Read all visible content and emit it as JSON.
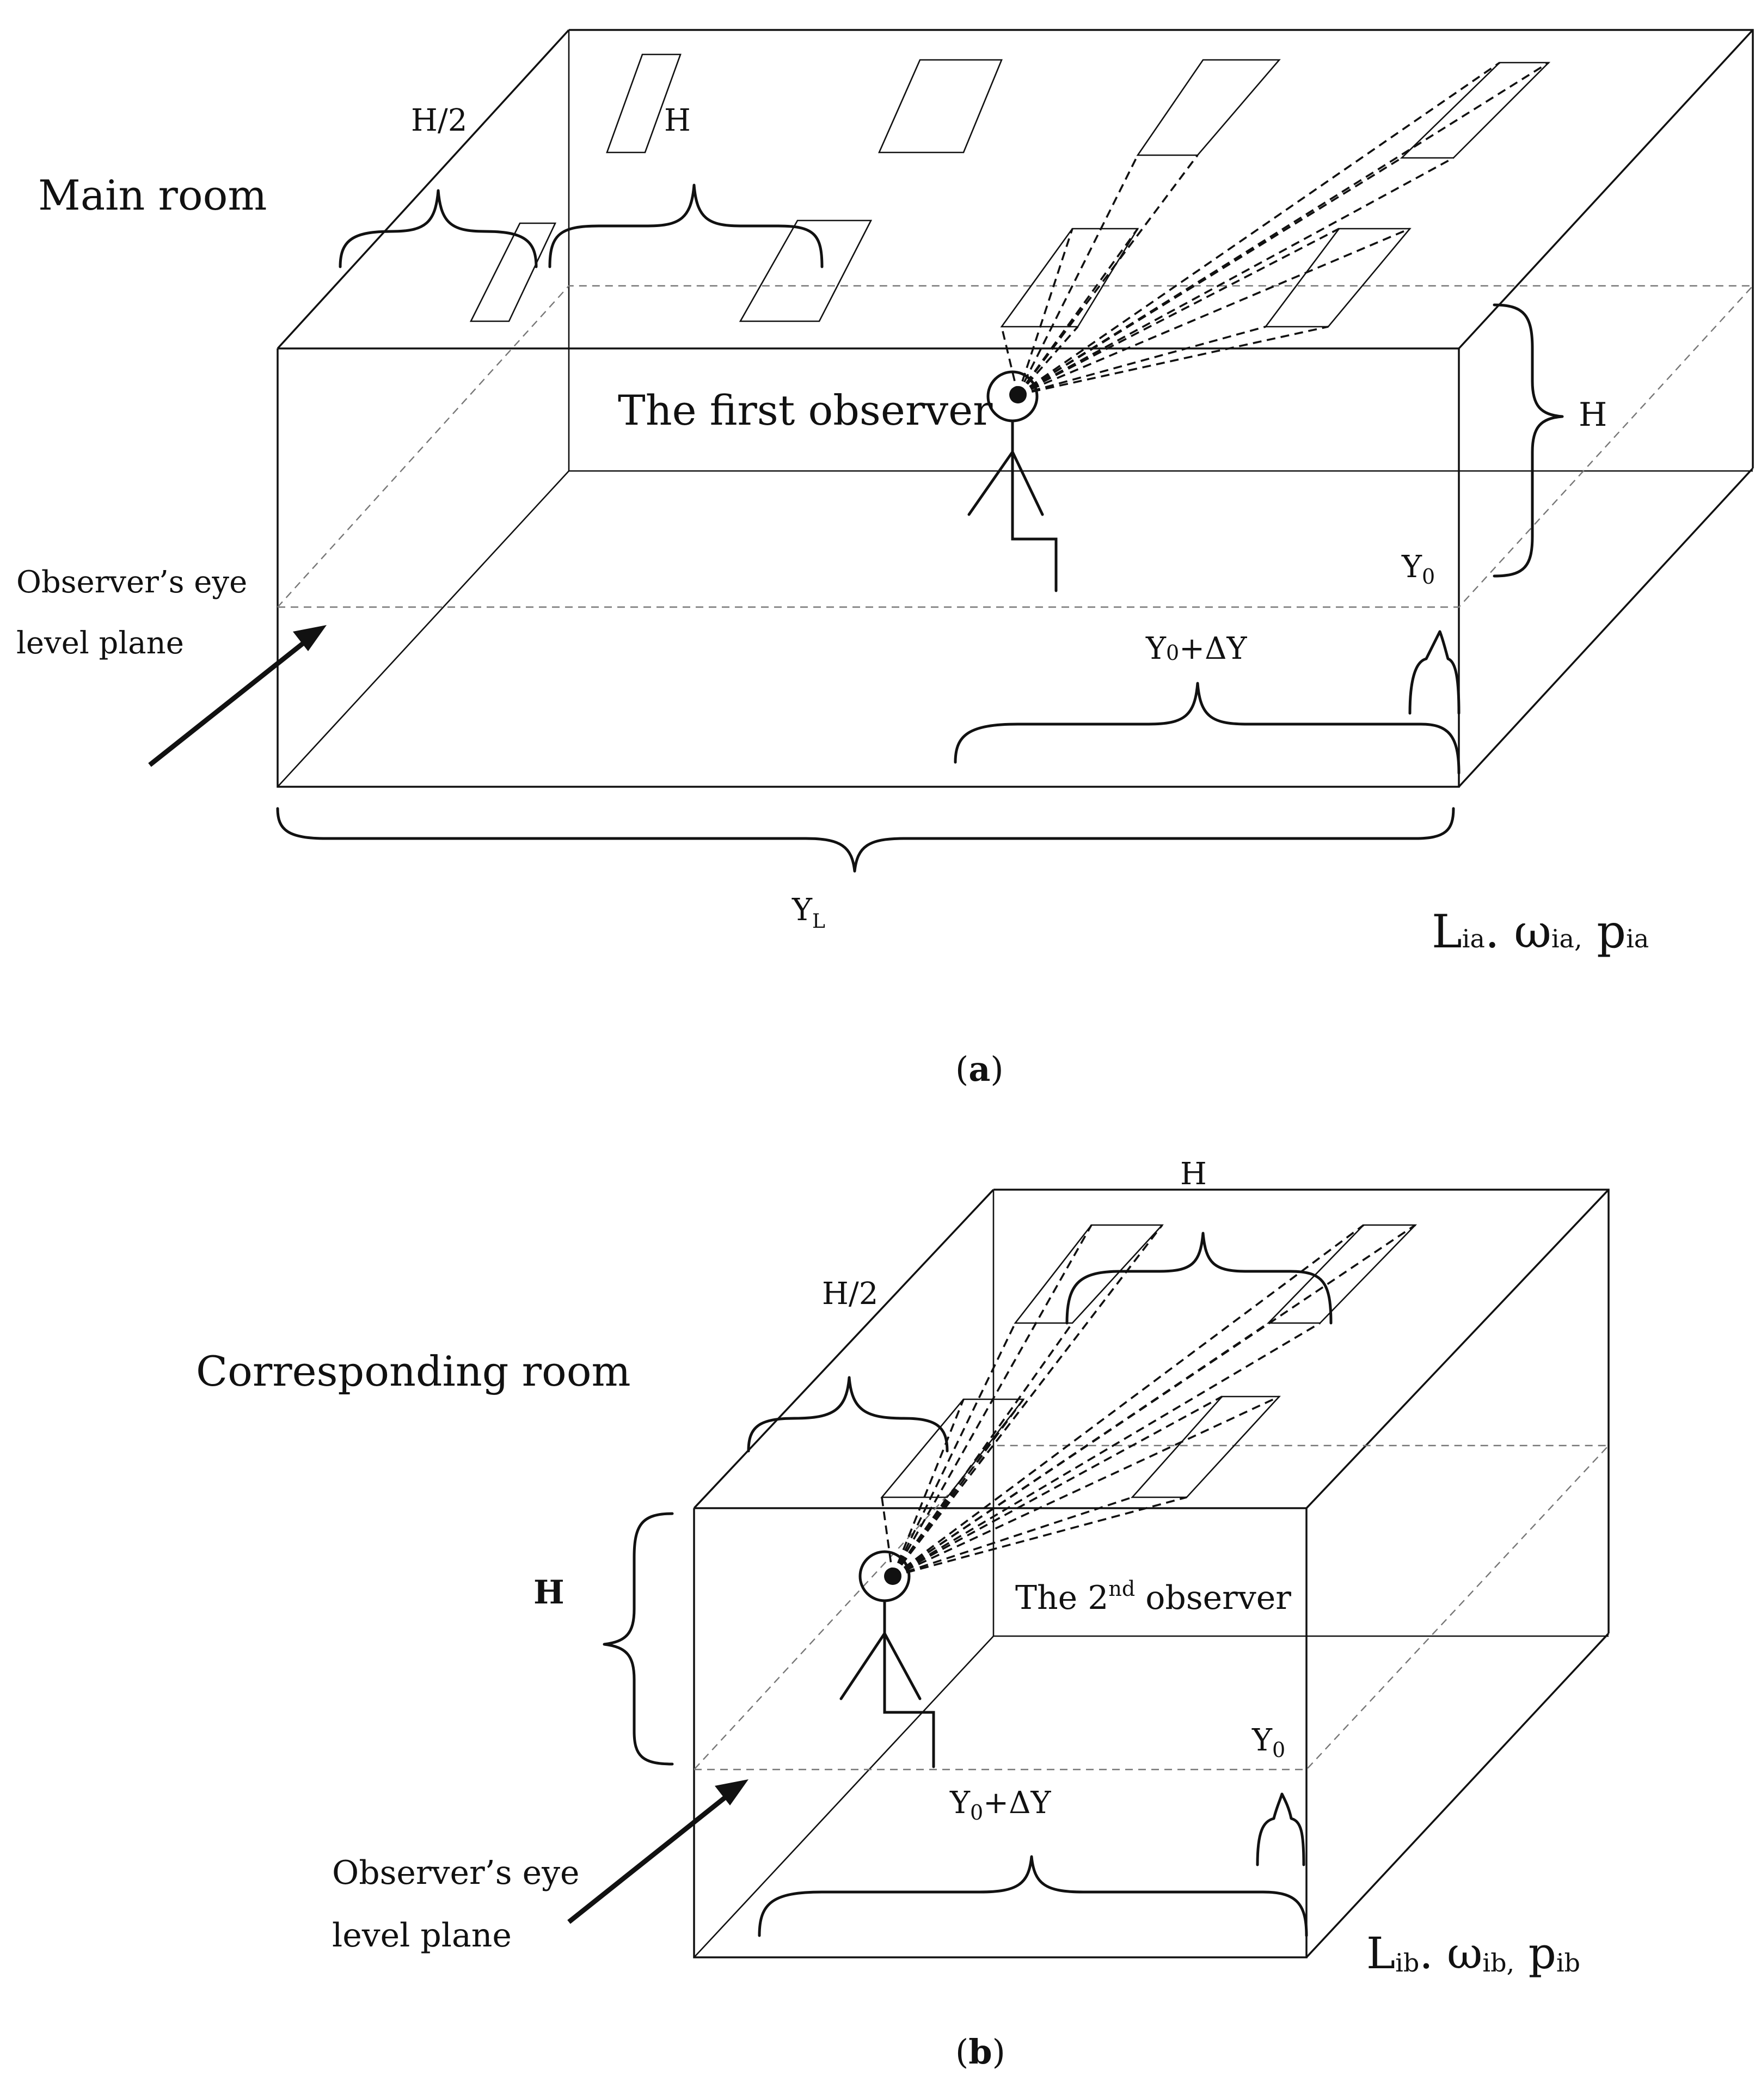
{
  "panel_a": {
    "room_title": "Main room",
    "observer_label": "The first observer",
    "eye_level_label_line1": "Observer’s eye",
    "eye_level_label_line2": "level plane",
    "dim_half_spacing": "H/2",
    "dim_spacing": "H",
    "dim_height": "H",
    "dim_y0": "Y",
    "dim_y0_sub": "0",
    "dim_y0dy": "Y",
    "dim_y0dy_sub": "0",
    "dim_y0dy_rest": "+ΔY",
    "dim_yl": "Y",
    "dim_yl_sub": "L",
    "lum_L": "L",
    "lum_L_sub": "ia",
    "lum_sep": ". ω",
    "lum_w_sub": "ia,",
    "lum_p": " p",
    "lum_p_sub": "ia",
    "caption_open": "(",
    "caption_letter": "a",
    "caption_close": ")"
  },
  "panel_b": {
    "room_title": "Corresponding room",
    "observer_label_pre": "The 2",
    "observer_label_sup": "nd",
    "observer_label_post": " observer",
    "eye_level_label_line1": "Observer’s eye",
    "eye_level_label_line2": "level plane",
    "dim_half_spacing": "H/2",
    "dim_spacing": "H",
    "dim_height": "H",
    "dim_y0": "Y",
    "dim_y0_sub": "0",
    "dim_y0dy": "Y",
    "dim_y0dy_sub": "0",
    "dim_y0dy_rest": "+ΔY",
    "lum_L": "L",
    "lum_L_sub": "ib",
    "lum_sep": ". ω",
    "lum_w_sub": "ib,",
    "lum_p": " p",
    "lum_p_sub": "ib",
    "caption_open": "(",
    "caption_letter": "b",
    "caption_close": ")"
  }
}
